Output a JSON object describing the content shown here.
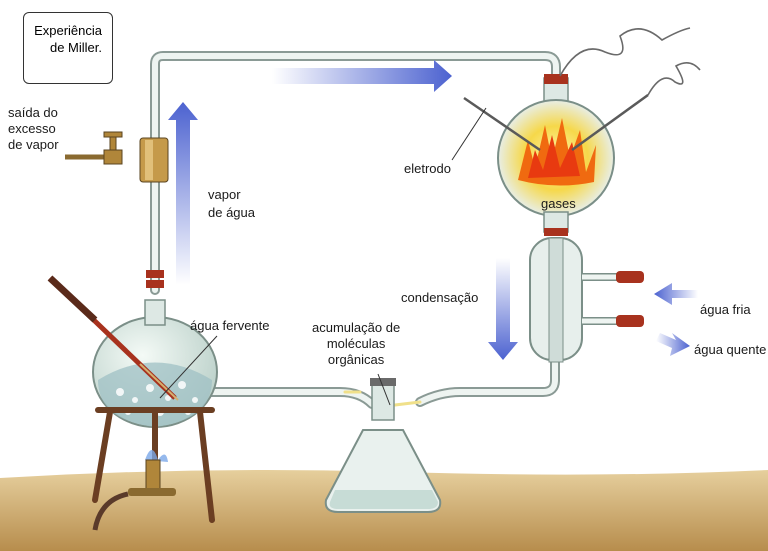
{
  "title": {
    "line1": "Experiência",
    "line2": "de Miller."
  },
  "labels": {
    "steam_outlet": [
      "saída do",
      "excesso",
      "de vapor"
    ],
    "water_vapor": [
      "vapor",
      "de água"
    ],
    "electrode": "eletrodo",
    "gases": "gases",
    "condensation": "condensação",
    "cold_water": "água fria",
    "hot_water": "água quente",
    "boiling_water": "água fervente",
    "accumulation": [
      "acumulação de",
      "moléculas",
      "orgânicas"
    ]
  },
  "colors": {
    "arrow_blue": "#5a6fd6",
    "glass": "#d9e6e2",
    "glass_edge": "#8a9a95",
    "table": "#c9a66b",
    "flame": "#f06a10",
    "electrode_glow": "#f8e04a",
    "stopper_red": "#a8321e",
    "brass": "#b0863a"
  }
}
